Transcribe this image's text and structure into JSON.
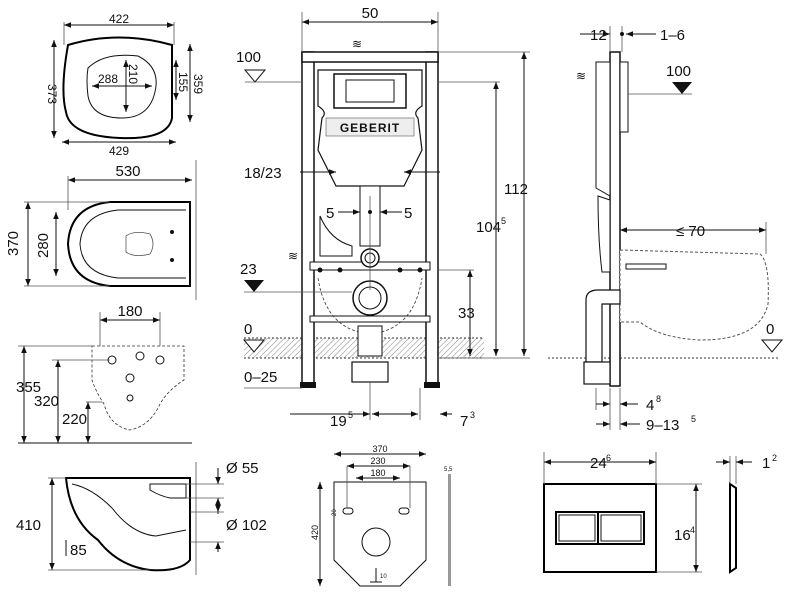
{
  "brand": {
    "logo_text": "GEBERIT"
  },
  "seat": {
    "w_top": "422",
    "w_bottom": "429",
    "h_outer": "373",
    "h_right": "359",
    "inner_w": "288",
    "inner_h": "210",
    "inner_right": "155"
  },
  "bowl_top": {
    "length": "530",
    "width": "370",
    "inner": "280"
  },
  "bowl_back": {
    "holes": "180",
    "h1": "355",
    "h2": "320",
    "h3": "220"
  },
  "bowl_side": {
    "height": "410",
    "offset": "85",
    "d1": "Ø 55",
    "d2": "Ø 102"
  },
  "gasket": {
    "w1": "370",
    "w2": "230",
    "w3": "180",
    "h": "420",
    "offset": "20",
    "bottom": "10",
    "thick": "5,5"
  },
  "frame": {
    "width": "50",
    "level_top": "100",
    "d_18_23": "18/23",
    "d5a": "5",
    "d5b": "5",
    "level_23": "23",
    "level_0": "0",
    "range_025": "0–25",
    "h112": "112",
    "h104": "104",
    "h104_sup": "5",
    "h33": "33",
    "d19": "19",
    "d19_sup": "5",
    "d7": "7",
    "d7_sup": "3"
  },
  "side": {
    "d12": "12",
    "d16": "1–6",
    "level_100": "100",
    "le70": "≤ 70",
    "level_0": "0",
    "d4": "4",
    "d4_sup": "8",
    "d913": "9–13",
    "d913_sup": "5"
  },
  "plate": {
    "width": "24",
    "width_sup": "6",
    "height": "16",
    "height_sup": "4",
    "depth": "1",
    "depth_sup": "2"
  }
}
